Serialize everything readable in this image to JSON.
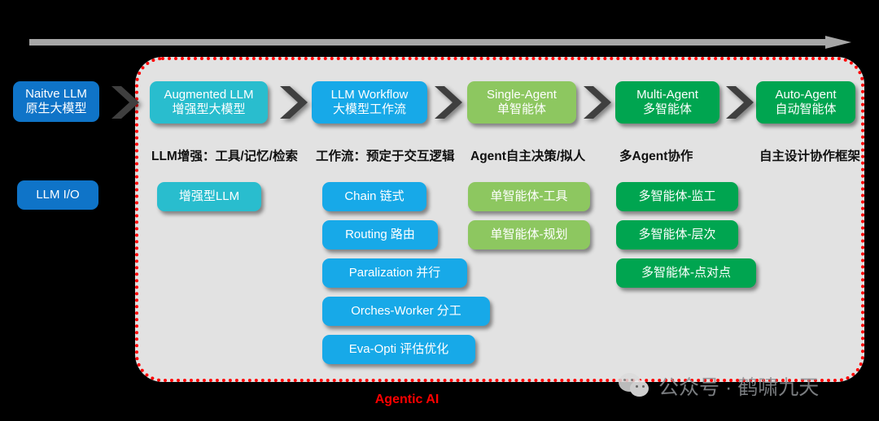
{
  "diagram": {
    "zone_label": "Agentic AI",
    "top_arrow": "evolution-arrow"
  },
  "stages": [
    {
      "en": "Naitve LLM",
      "zh": "原生大模型",
      "color": "#0f74c8",
      "inside_zone": false
    },
    {
      "en": "Augmented LLM",
      "zh": "增强型大模型",
      "color": "#29bdce",
      "inside_zone": true
    },
    {
      "en": "LLM Workflow",
      "zh": "大模型工作流",
      "color": "#17a9e8",
      "inside_zone": true
    },
    {
      "en": "Single-Agent",
      "zh": "单智能体",
      "color": "#8dc760",
      "inside_zone": true
    },
    {
      "en": "Multi-Agent",
      "zh": "多智能体",
      "color": "#00a550",
      "inside_zone": true
    },
    {
      "en": "Auto-Agent",
      "zh": "自动智能体",
      "color": "#00a550",
      "inside_zone": true
    }
  ],
  "columns": [
    {
      "caption": "",
      "color": "#0f74c8",
      "items": [
        "LLM I/O"
      ]
    },
    {
      "caption": "LLM增强：工具/记忆/检索",
      "color": "#29bdce",
      "items": [
        "增强型LLM"
      ]
    },
    {
      "caption": "工作流：预定于交互逻辑",
      "color": "#17a9e8",
      "items": [
        "Chain 链式",
        "Routing 路由",
        "Paralization 并行",
        "Orches-Worker 分工",
        "Eva-Opti 评估优化"
      ]
    },
    {
      "caption": "Agent自主决策/拟人",
      "color": "#8dc760",
      "items": [
        "单智能体-工具",
        "单智能体-规划"
      ]
    },
    {
      "caption": "多Agent协作",
      "color": "#00a550",
      "items": [
        "多智能体-监工",
        "多智能体-层次",
        "多智能体-点对点"
      ]
    },
    {
      "caption": "自主设计协作框架",
      "color": "#00a550",
      "items": []
    }
  ],
  "watermark": {
    "text": "公众号 · 鹤啸九天",
    "icon": "wechat-logo"
  },
  "colors": {
    "zone_border": "#ff0000",
    "zone_fill": "#e2e2e2",
    "arrow_gray": "#a6a6a6",
    "chevron": "#3f3f3f",
    "background": "#000000"
  }
}
